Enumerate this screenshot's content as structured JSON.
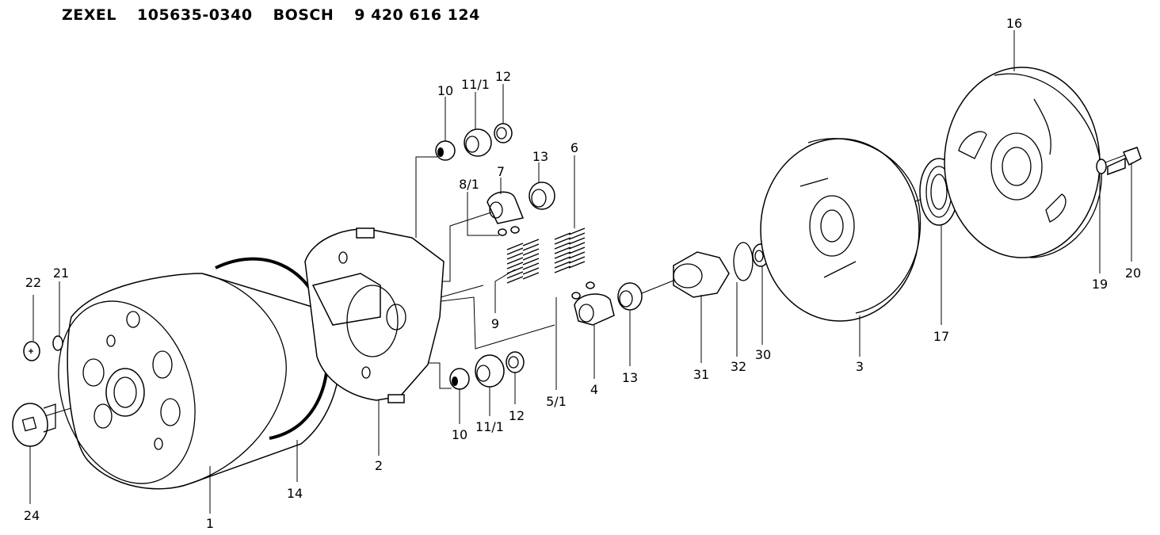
{
  "header": {
    "brand1": "ZEXEL",
    "part1": "105635-0340",
    "brand2": "BOSCH",
    "part2": "9 420 616 124"
  },
  "labels": {
    "p1": "1",
    "p2": "2",
    "p3": "3",
    "p4": "4",
    "p5_1": "5/1",
    "p6": "6",
    "p7": "7",
    "p8_1": "8/1",
    "p9": "9",
    "p10a": "10",
    "p10b": "10",
    "p11_1a": "11/1",
    "p11_1b": "11/1",
    "p12a": "12",
    "p12b": "12",
    "p13a": "13",
    "p13b": "13",
    "p14": "14",
    "p16": "16",
    "p17": "17",
    "p19": "19",
    "p20": "20",
    "p21": "21",
    "p22": "22",
    "p24": "24",
    "p30": "30",
    "p31": "31",
    "p32": "32"
  }
}
